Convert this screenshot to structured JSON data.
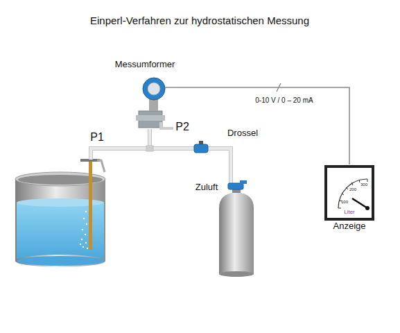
{
  "diagram": {
    "title": "Einperl-Verfahren zur hydrostatischen Messung",
    "nodes": [
      {
        "text": [
          "Messumformer"
        ]
      },
      {
        "text": [
          "Liter",
          "Anzeige"
        ]
      }
    ],
    "edges": [
      {
        "from": 0,
        "to": 1,
        "arrow": "none",
        "label": "0-10 V / 0 – 20 mA"
      }
    ],
    "labels": [
      "P1",
      "P2",
      "Drossel",
      "Zuluft",
      "100",
      "200",
      "300"
    ]
  }
}
